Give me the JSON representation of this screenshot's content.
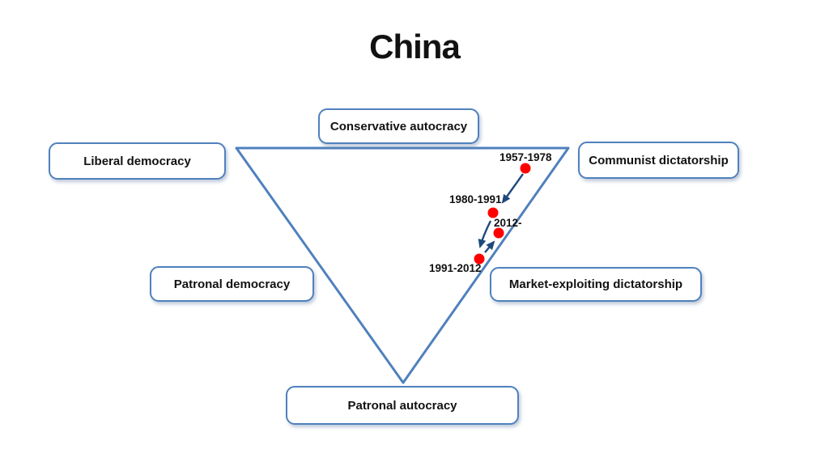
{
  "title": "China",
  "colors": {
    "accent_blue": "#4f81bd",
    "arrow_navy": "#1f497d",
    "point_red": "#ff0000",
    "text_black": "#121212"
  },
  "boxes": [
    {
      "label": "Conservative autocracy"
    },
    {
      "label": "Liberal democracy"
    },
    {
      "label": "Communist dictatorship"
    },
    {
      "label": "Patronal democracy"
    },
    {
      "label": "Market-exploiting dictatorship"
    },
    {
      "label": "Patronal autocracy"
    }
  ],
  "points": [
    {
      "label": "1957-1978"
    },
    {
      "label": "1980-1991"
    },
    {
      "label": "2012-"
    },
    {
      "label": "1991-2012"
    }
  ],
  "transitions": [
    {
      "from": "1957-1978",
      "to": "1980-1991"
    },
    {
      "from": "1980-1991",
      "to": "1991-2012"
    },
    {
      "from": "1991-2012",
      "to": "2012-"
    }
  ]
}
